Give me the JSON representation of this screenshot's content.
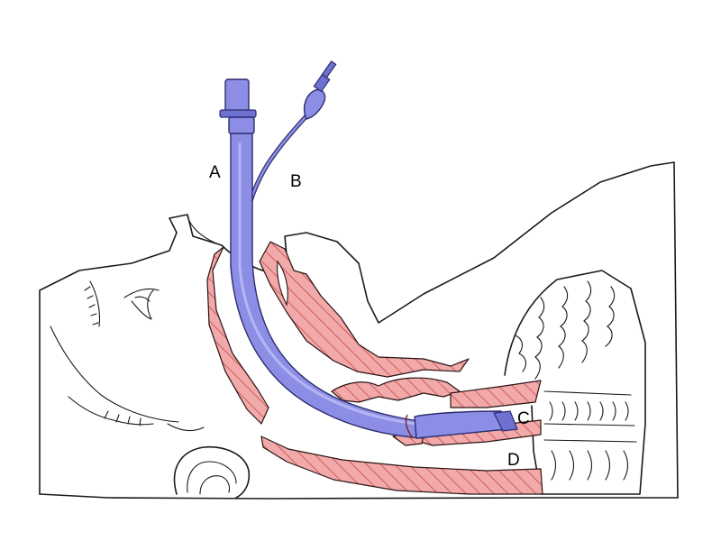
{
  "labels": {
    "a": "A",
    "b": "B",
    "c": "C",
    "d": "D"
  },
  "colors": {
    "tube": "#8c8ee6",
    "tube_outline": "#2c2c6e",
    "tissue_fill": "#f2a9a9",
    "tissue_hatch": "#c44a4a",
    "outline": "#1a1a1a",
    "background": "#ffffff"
  }
}
